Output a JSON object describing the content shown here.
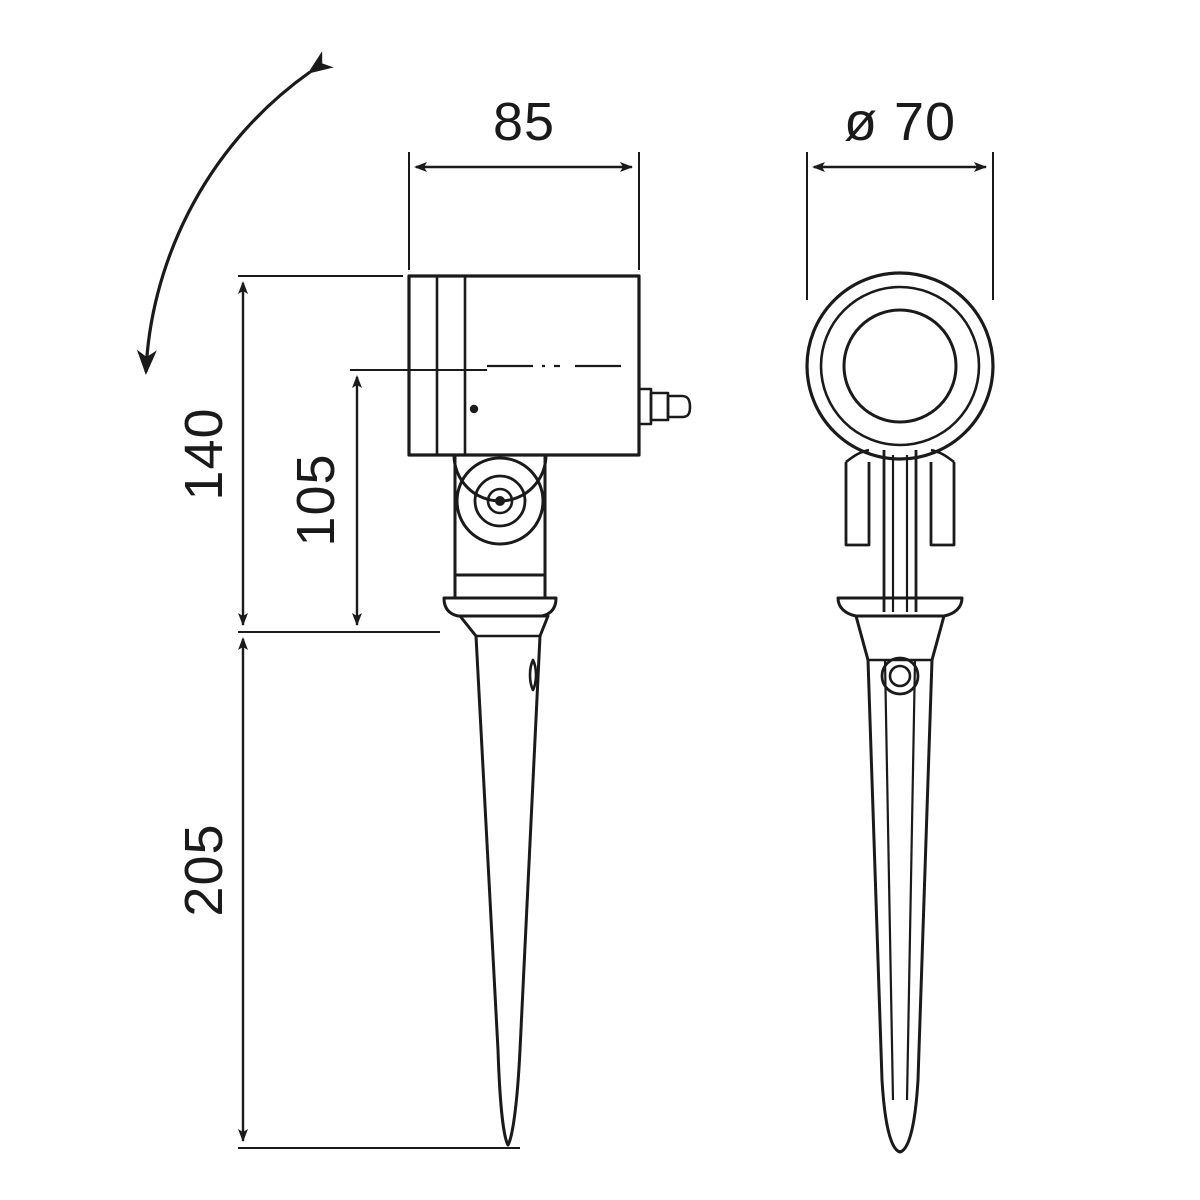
{
  "drawing": {
    "title": "Garden spike spotlight technical dimension drawing",
    "background_color": "#ffffff",
    "line_color": "#1a1a1a",
    "views": [
      {
        "name": "side-view",
        "label": ""
      },
      {
        "name": "front-view",
        "label": ""
      }
    ],
    "dimensions": {
      "width_top": "85",
      "height_total": "140",
      "height_mid": "105",
      "height_spike": "205",
      "diameter": "ø 70"
    },
    "annotations": {
      "tilt_arrow": "adjustable tilt arc arrow"
    }
  }
}
